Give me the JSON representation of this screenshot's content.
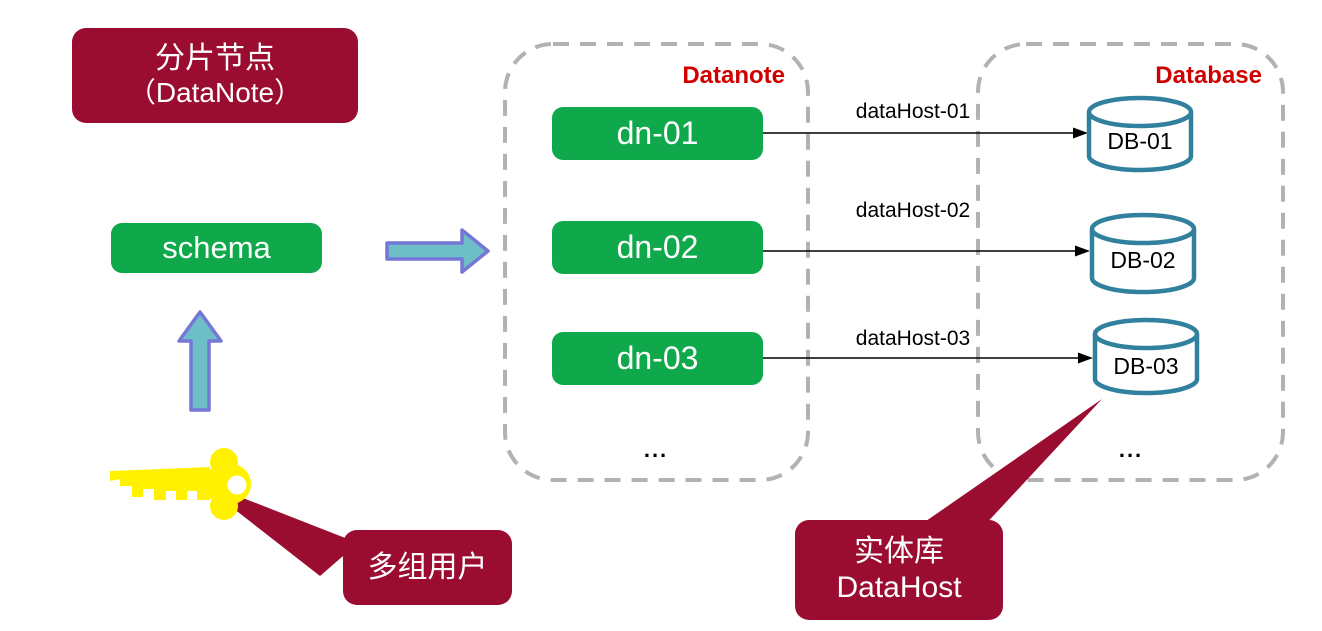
{
  "title_box": {
    "line1": "分片节点",
    "line2": "（DataNote）"
  },
  "schema_box": {
    "label": "schema"
  },
  "datanote_container": {
    "label": "Datanote",
    "nodes": [
      "dn-01",
      "dn-02",
      "dn-03"
    ],
    "ellipsis": "..."
  },
  "database_container": {
    "label": "Database",
    "databases": [
      "DB-01",
      "DB-02",
      "DB-03"
    ],
    "ellipsis": "..."
  },
  "connections": [
    "dataHost-01",
    "dataHost-02",
    "dataHost-03"
  ],
  "callout_users": {
    "label": "多组用户"
  },
  "callout_datahost": {
    "line1": "实体库",
    "line2": "DataHost"
  },
  "colors": {
    "maroon_box": "#9B0C31",
    "green_box": "#0FA94B",
    "group_label_red": "#D00000",
    "cylinder_stroke": "#30809E",
    "block_arrow_fill": "#6EBEC7",
    "block_arrow_stroke": "#7577D6",
    "key_yellow": "#FFF100",
    "dashed_border_gray": "#B2B2B2",
    "connector_black": "#000000"
  }
}
